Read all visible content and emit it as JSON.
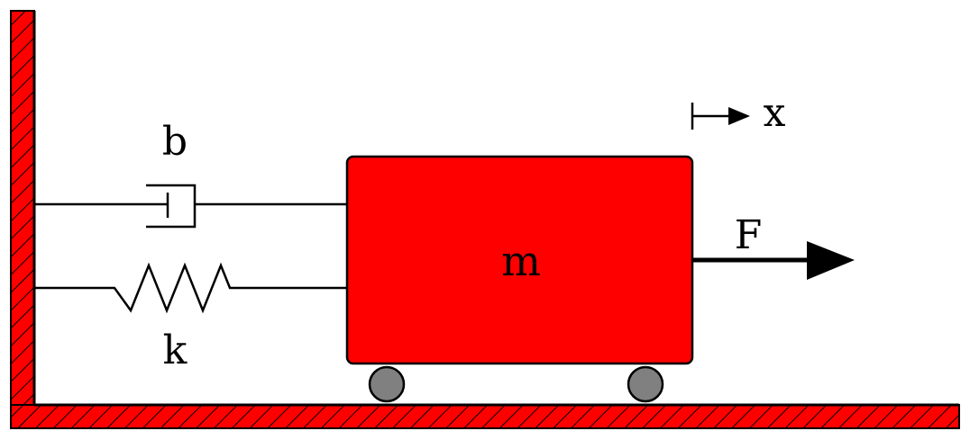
{
  "labels": {
    "damper": "b",
    "spring": "k",
    "mass": "m",
    "force": "F",
    "displacement": "x"
  },
  "colors": {
    "mass_fill": "#ff0000",
    "wall_fill": "#ff0000",
    "wheel_fill": "#808080",
    "stroke": "#000000"
  }
}
